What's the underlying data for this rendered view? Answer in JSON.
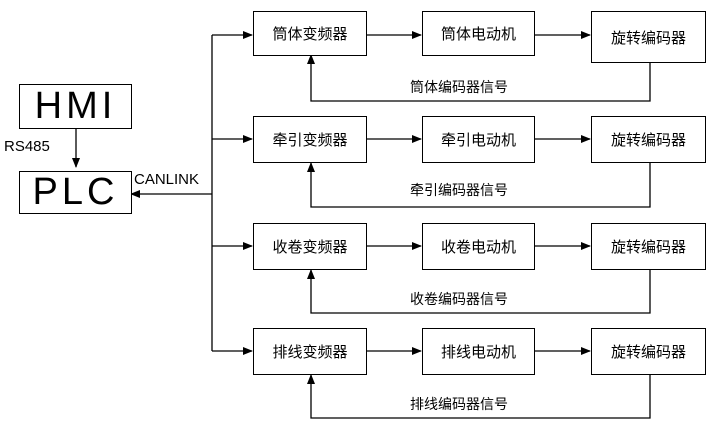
{
  "hmi": "HMI",
  "plc": "PLC",
  "rs485": "RS485",
  "canlink": "CANLINK",
  "rows": [
    {
      "inverter": "筒体变频器",
      "motor": "筒体电动机",
      "encoder": "旋转编码器",
      "signal": "筒体编码器信号"
    },
    {
      "inverter": "牵引变频器",
      "motor": "牵引电动机",
      "encoder": "旋转编码器",
      "signal": "牵引编码器信号"
    },
    {
      "inverter": "收卷变频器",
      "motor": "收卷电动机",
      "encoder": "旋转编码器",
      "signal": "收卷编码器信号"
    },
    {
      "inverter": "排线变频器",
      "motor": "排线电动机",
      "encoder": "旋转编码器",
      "signal": "排线编码器信号"
    }
  ]
}
